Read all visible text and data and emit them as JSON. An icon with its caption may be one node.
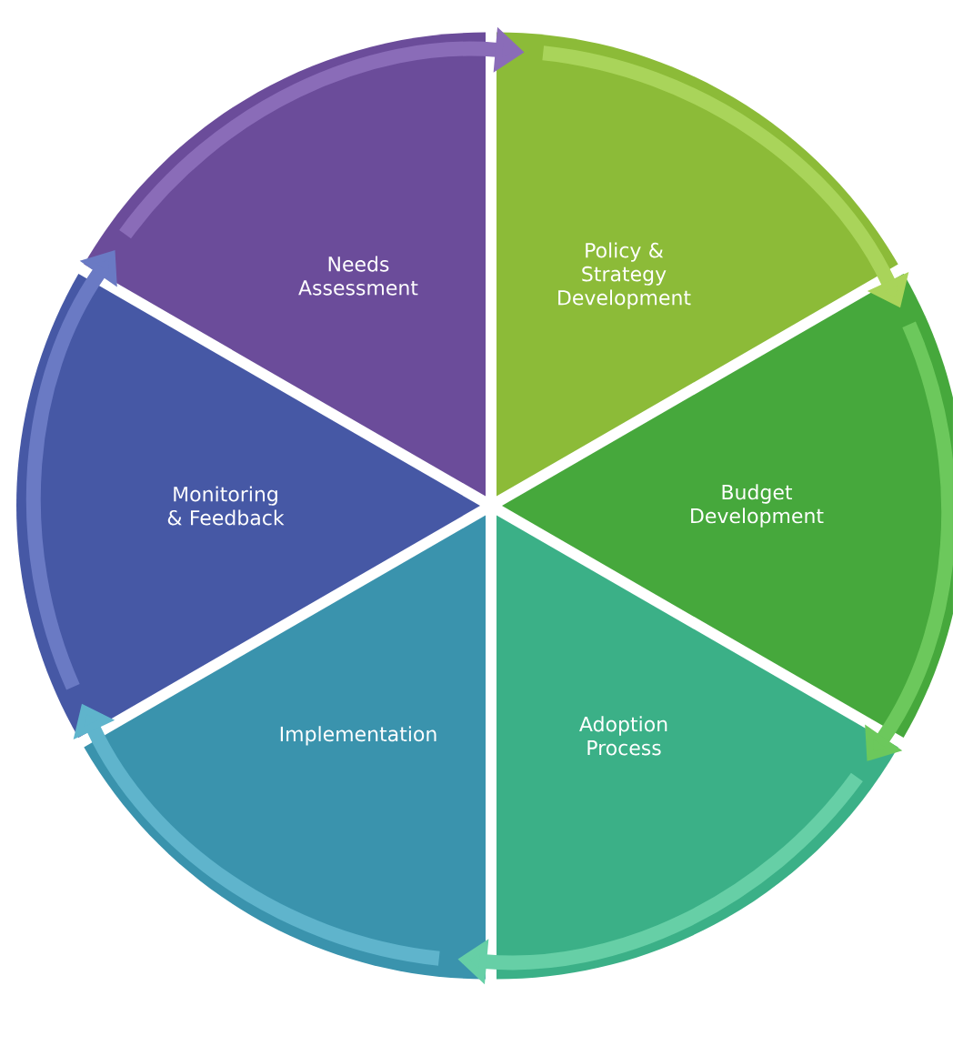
{
  "diagram": {
    "nodes": [
      {
        "text": [
          "Needs Assessment"
        ]
      },
      {
        "text": [
          "Policy & Strategy Development"
        ]
      },
      {
        "text": [
          "Budget Development"
        ]
      },
      {
        "text": [
          "Adoption Process"
        ]
      },
      {
        "text": [
          "Implementation"
        ]
      },
      {
        "text": [
          "Monitoring & Feedback"
        ]
      }
    ],
    "edges": [
      {
        "from": 0,
        "to": 1,
        "arrow": "to",
        "color": "#8a6cb8"
      },
      {
        "from": 1,
        "to": 2,
        "arrow": "to",
        "color": "#a9d45a"
      },
      {
        "from": 2,
        "to": 3,
        "arrow": "to",
        "color": "#6cc85c"
      },
      {
        "from": 3,
        "to": 4,
        "arrow": "to",
        "color": "#66cfa6"
      },
      {
        "from": 4,
        "to": 5,
        "arrow": "to",
        "color": "#5fb4cc"
      },
      {
        "from": 5,
        "to": 0,
        "arrow": "to",
        "color": "#6a7ac4"
      }
    ]
  }
}
